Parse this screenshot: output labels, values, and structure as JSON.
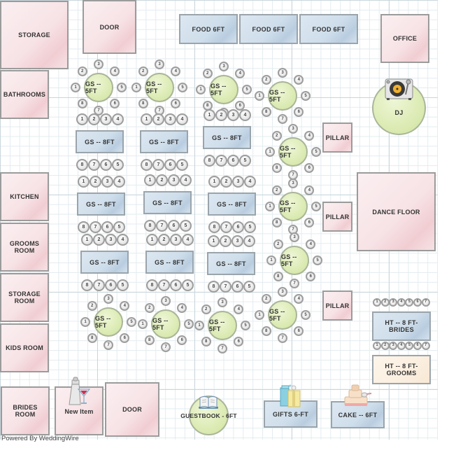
{
  "footer": {
    "powered_by": "Powered By WeddingWire"
  },
  "rooms": {
    "storage": "STORAGE",
    "door_top": "DOOR",
    "office": "OFFICE",
    "bathrooms": "BATHROOMS",
    "kitchen": "KITCHEN",
    "grooms_room": "GROOMS ROOM",
    "storage_room": "STORAGE ROOM",
    "kids_room": "KIDS ROOM",
    "brides_room": "BRIDES ROOM",
    "new_item": "New Item",
    "door_bottom": "DOOR",
    "dance_floor": "DANCE FLOOR",
    "pillar_1": "PILLAR",
    "pillar_2": "PILLAR",
    "pillar_3": "PILLAR"
  },
  "food_tables": [
    "FOOD 6FT",
    "FOOD 6FT",
    "FOOD 6FT"
  ],
  "dj": {
    "label": "DJ",
    "icon": "turntable-icon"
  },
  "round_tables": {
    "label": "GS -- 5FT",
    "chairs": [
      "1",
      "2",
      "3",
      "4",
      "5",
      "6",
      "7",
      "8"
    ],
    "count": 11
  },
  "rect_tables": {
    "label": "GS -- 8FT",
    "side_a": [
      "1",
      "2",
      "3",
      "4"
    ],
    "side_b": [
      "8",
      "7",
      "6",
      "5"
    ],
    "count": 9
  },
  "head_tables": {
    "brides": "HT -- 8 FT- BRIDES",
    "grooms": "HT -- 8 FT- GROOMS",
    "chairs": [
      "1",
      "2",
      "3",
      "4",
      "5",
      "6",
      "7"
    ]
  },
  "extras": {
    "guestbook": "GUESTBOOK - 6FT",
    "gifts": "GIFTS 6-FT",
    "cake": "CAKE -- 6FT",
    "guestbook_icon": "book-icon",
    "gifts_icon": "gift-box-icon",
    "cake_icon": "cake-icon",
    "new_item_icon": "cocktail-shaker-icon"
  }
}
